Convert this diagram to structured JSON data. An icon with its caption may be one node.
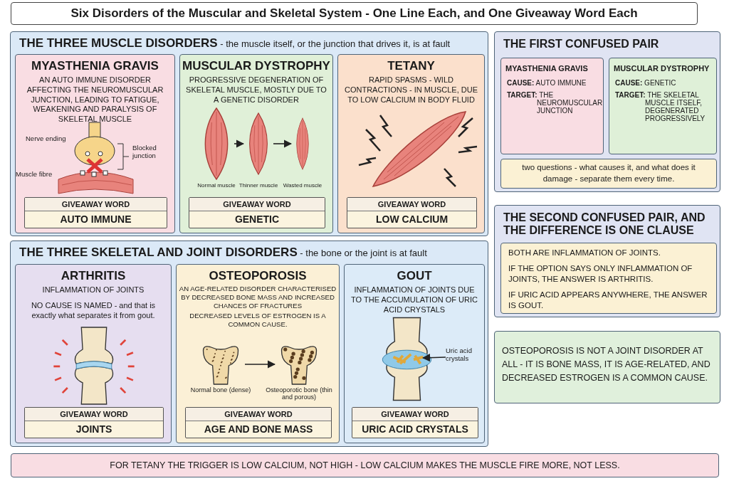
{
  "diagram": {
    "title": "Six Disorders of the Muscular and Skeletal System - One Line Each, and One Giveaway Word Each",
    "nodes": [
      {
        "text": [
          "**THE THREE MUSCLE DISORDERS** - the muscle itself, or the junction that drives it, is at fault"
        ]
      },
      {
        "text": [
          "MYASTHENIA GRAVIS",
          "AN AUTO IMMUNE DISORDER AFFECTING THE NEUROMUSCULAR JUNCTION, LEADING TO FATIGUE, WEAKENING AND PARALYSIS OF SKELETAL MUSCLE"
        ],
        "in": 0
      },
      {
        "text": [
          "GIVEAWAY WORD",
          "AUTO IMMUNE"
        ],
        "in": 1
      },
      {
        "text": [
          "MUSCULAR DYSTROPHY",
          "PROGRESSIVE DEGENERATION OF SKELETAL MUSCLE, MOSTLY DUE TO A GENETIC DISORDER"
        ],
        "in": 0
      },
      {
        "text": [],
        "shape": "picture",
        "beside": [
          "Normal muscle"
        ],
        "in": 3
      },
      {
        "text": [],
        "shape": "picture",
        "beside": [
          "Thinner muscle"
        ],
        "in": 3
      },
      {
        "text": [],
        "shape": "picture",
        "beside": [
          "Wasted muscle"
        ],
        "in": 3
      },
      {
        "text": [
          "GIVEAWAY WORD",
          "GENETIC"
        ],
        "in": 3
      },
      {
        "text": [
          "TETANY",
          "RAPID SPASMS - WILD CONTRACTIONS - IN MUSCLE, DUE TO LOW CALCIUM IN BODY FLUID"
        ],
        "in": 0
      },
      {
        "text": [
          "GIVEAWAY WORD",
          "LOW CALCIUM"
        ],
        "in": 8
      },
      {
        "text": [
          "**THE THREE SKELETAL AND JOINT DISORDERS** - the bone or the joint is at fault"
        ]
      },
      {
        "text": [
          "ARTHRITIS",
          "INFLAMMATION OF JOINTS",
          "NO CAUSE IS NAMED - and that is exactly what separates it from gout."
        ],
        "in": 10
      },
      {
        "text": [
          "GIVEAWAY WORD",
          "JOINTS"
        ],
        "in": 11
      },
      {
        "text": [
          "OSTEOPOROSIS",
          "AN AGE-RELATED DISORDER CHARACTERISED BY DECREASED BONE MASS AND INCREASED CHANCES OF FRACTURES",
          "DECREASED LEVELS OF ESTROGEN IS A COMMON CAUSE."
        ],
        "in": 10
      },
      {
        "text": [],
        "shape": "picture",
        "beside": [
          "Normal bone (dense)"
        ],
        "in": 13
      },
      {
        "text": [],
        "shape": "picture",
        "beside": [
          "Osteoporotic bone (thin and porous)"
        ],
        "in": 13
      },
      {
        "text": [
          "GIVEAWAY WORD",
          "AGE AND BONE MASS"
        ],
        "in": 13
      },
      {
        "text": [
          "GOUT",
          "INFLAMMATION OF JOINTS DUE TO THE ACCUMULATION OF URIC ACID CRYSTALS"
        ],
        "in": 10
      },
      {
        "text": [
          "Uric acid crystals"
        ],
        "in": 17
      },
      {
        "text": [
          "GIVEAWAY WORD",
          "URIC ACID CRYSTALS"
        ],
        "in": 17
      },
      {
        "text": [
          "THE FIRST CONFUSED PAIR"
        ]
      },
      {
        "text": [
          "MYASTHENIA GRAVIS",
          "**CAUSE:** AUTO IMMUNE",
          "**TARGET:** THE NEUROMUSCULAR JUNCTION"
        ],
        "in": 20
      },
      {
        "text": [
          "MUSCULAR DYSTROPHY",
          "**CAUSE:** GENETIC",
          "**TARGET:** THE SKELETAL MUSCLE ITSELF, DEGENERATED PROGRESSIVELY"
        ],
        "in": 20
      },
      {
        "text": [
          "two questions - what causes it, and what does it damage - separate them every time."
        ],
        "in": 20
      },
      {
        "text": [
          "THE SECOND CONFUSED PAIR, AND THE DIFFERENCE IS ONE CLAUSE"
        ]
      },
      {
        "text": [
          "BOTH ARE INFLAMMATION OF JOINTS.",
          "IF THE OPTION SAYS ONLY INFLAMMATION OF JOINTS, THE ANSWER IS ARTHRITIS.",
          "IF URIC ACID APPEARS ANYWHERE, THE ANSWER IS GOUT."
        ],
        "in": 24
      },
      {
        "text": [
          "OSTEOPOROSIS IS NOT A JOINT DISORDER AT ALL - IT IS BONE MASS, IT IS AGE-RELATED, AND DECREASED ESTROGEN IS A COMMON CAUSE."
        ]
      },
      {
        "text": [
          "FOR TETANY THE TRIGGER IS LOW CALCIUM, NOT HIGH - LOW CALCIUM MAKES THE MUSCLE FIRE MORE, NOT LESS."
        ]
      }
    ],
    "edges": [
      {
        "from": 4,
        "to": 5,
        "arrow": "to"
      },
      {
        "from": 5,
        "to": 6,
        "arrow": "to"
      },
      {
        "from": 14,
        "to": 15,
        "arrow": "to"
      },
      {
        "from": 18,
        "to": null,
        "arrow": "to"
      }
    ],
    "labels": [
      "Nerve ending",
      "Blocked junction",
      "Muscle fibre"
    ]
  }
}
